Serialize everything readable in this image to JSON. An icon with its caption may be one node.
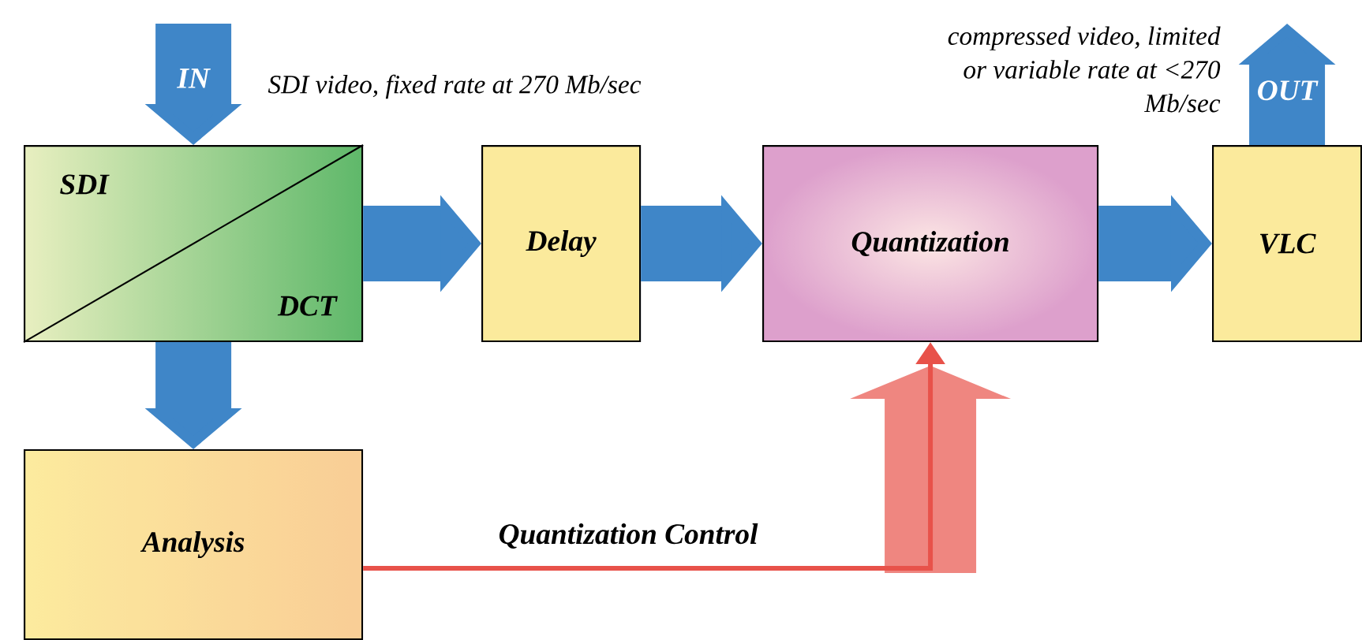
{
  "diagram": {
    "nodes": [
      {
        "text": [
          "SDI",
          "DCT"
        ]
      },
      {
        "text": [
          "Delay"
        ]
      },
      {
        "text": [
          "Quantization"
        ]
      },
      {
        "text": [
          "VLC"
        ]
      },
      {
        "text": [
          "Analysis"
        ]
      }
    ],
    "edges": [
      {
        "from": null,
        "to": 0,
        "arrow": "to",
        "label": "IN"
      },
      {
        "from": 0,
        "to": 1,
        "arrow": "to"
      },
      {
        "from": 1,
        "to": 2,
        "arrow": "to"
      },
      {
        "from": 2,
        "to": 3,
        "arrow": "to"
      },
      {
        "from": 3,
        "to": null,
        "arrow": "to",
        "label": "OUT"
      },
      {
        "from": 0,
        "to": 4,
        "arrow": "to"
      },
      {
        "from": 4,
        "to": 2,
        "arrow": "to",
        "label": "Quantization Control",
        "color": "#e8524a"
      }
    ],
    "labels": [
      "SDI video, fixed rate at 270 Mb/sec",
      "compressed video, limited or variable rate at <270 Mb/sec"
    ]
  }
}
